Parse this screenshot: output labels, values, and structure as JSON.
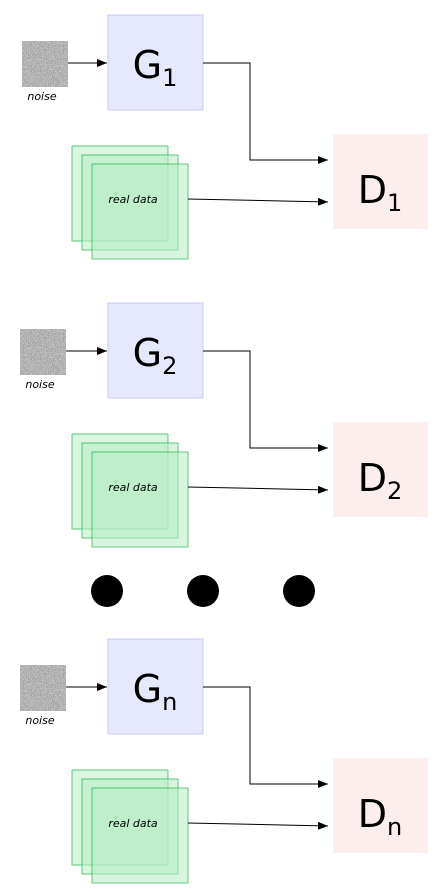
{
  "blocks": [
    {
      "noise_label": "noise",
      "generator": {
        "letter": "G",
        "subscript": "1"
      },
      "real_label": "real data",
      "discriminator": {
        "letter": "D",
        "subscript": "1"
      }
    },
    {
      "noise_label": "noise",
      "generator": {
        "letter": "G",
        "subscript": "2"
      },
      "real_label": "real data",
      "discriminator": {
        "letter": "D",
        "subscript": "2"
      }
    },
    {
      "noise_label": "noise",
      "generator": {
        "letter": "G",
        "subscript": "n"
      },
      "real_label": "real data",
      "discriminator": {
        "letter": "D",
        "subscript": "n"
      }
    }
  ],
  "ellipsis_dots": 3,
  "colors": {
    "generator_fill": "#e6e8fd",
    "generator_stroke": "#c8ccf0",
    "discriminator_fill": "#fdeeee",
    "real_data_fill": "#b8ecc4",
    "real_data_stroke": "#22b14c",
    "arrow": "#000000",
    "dot": "#000000"
  }
}
